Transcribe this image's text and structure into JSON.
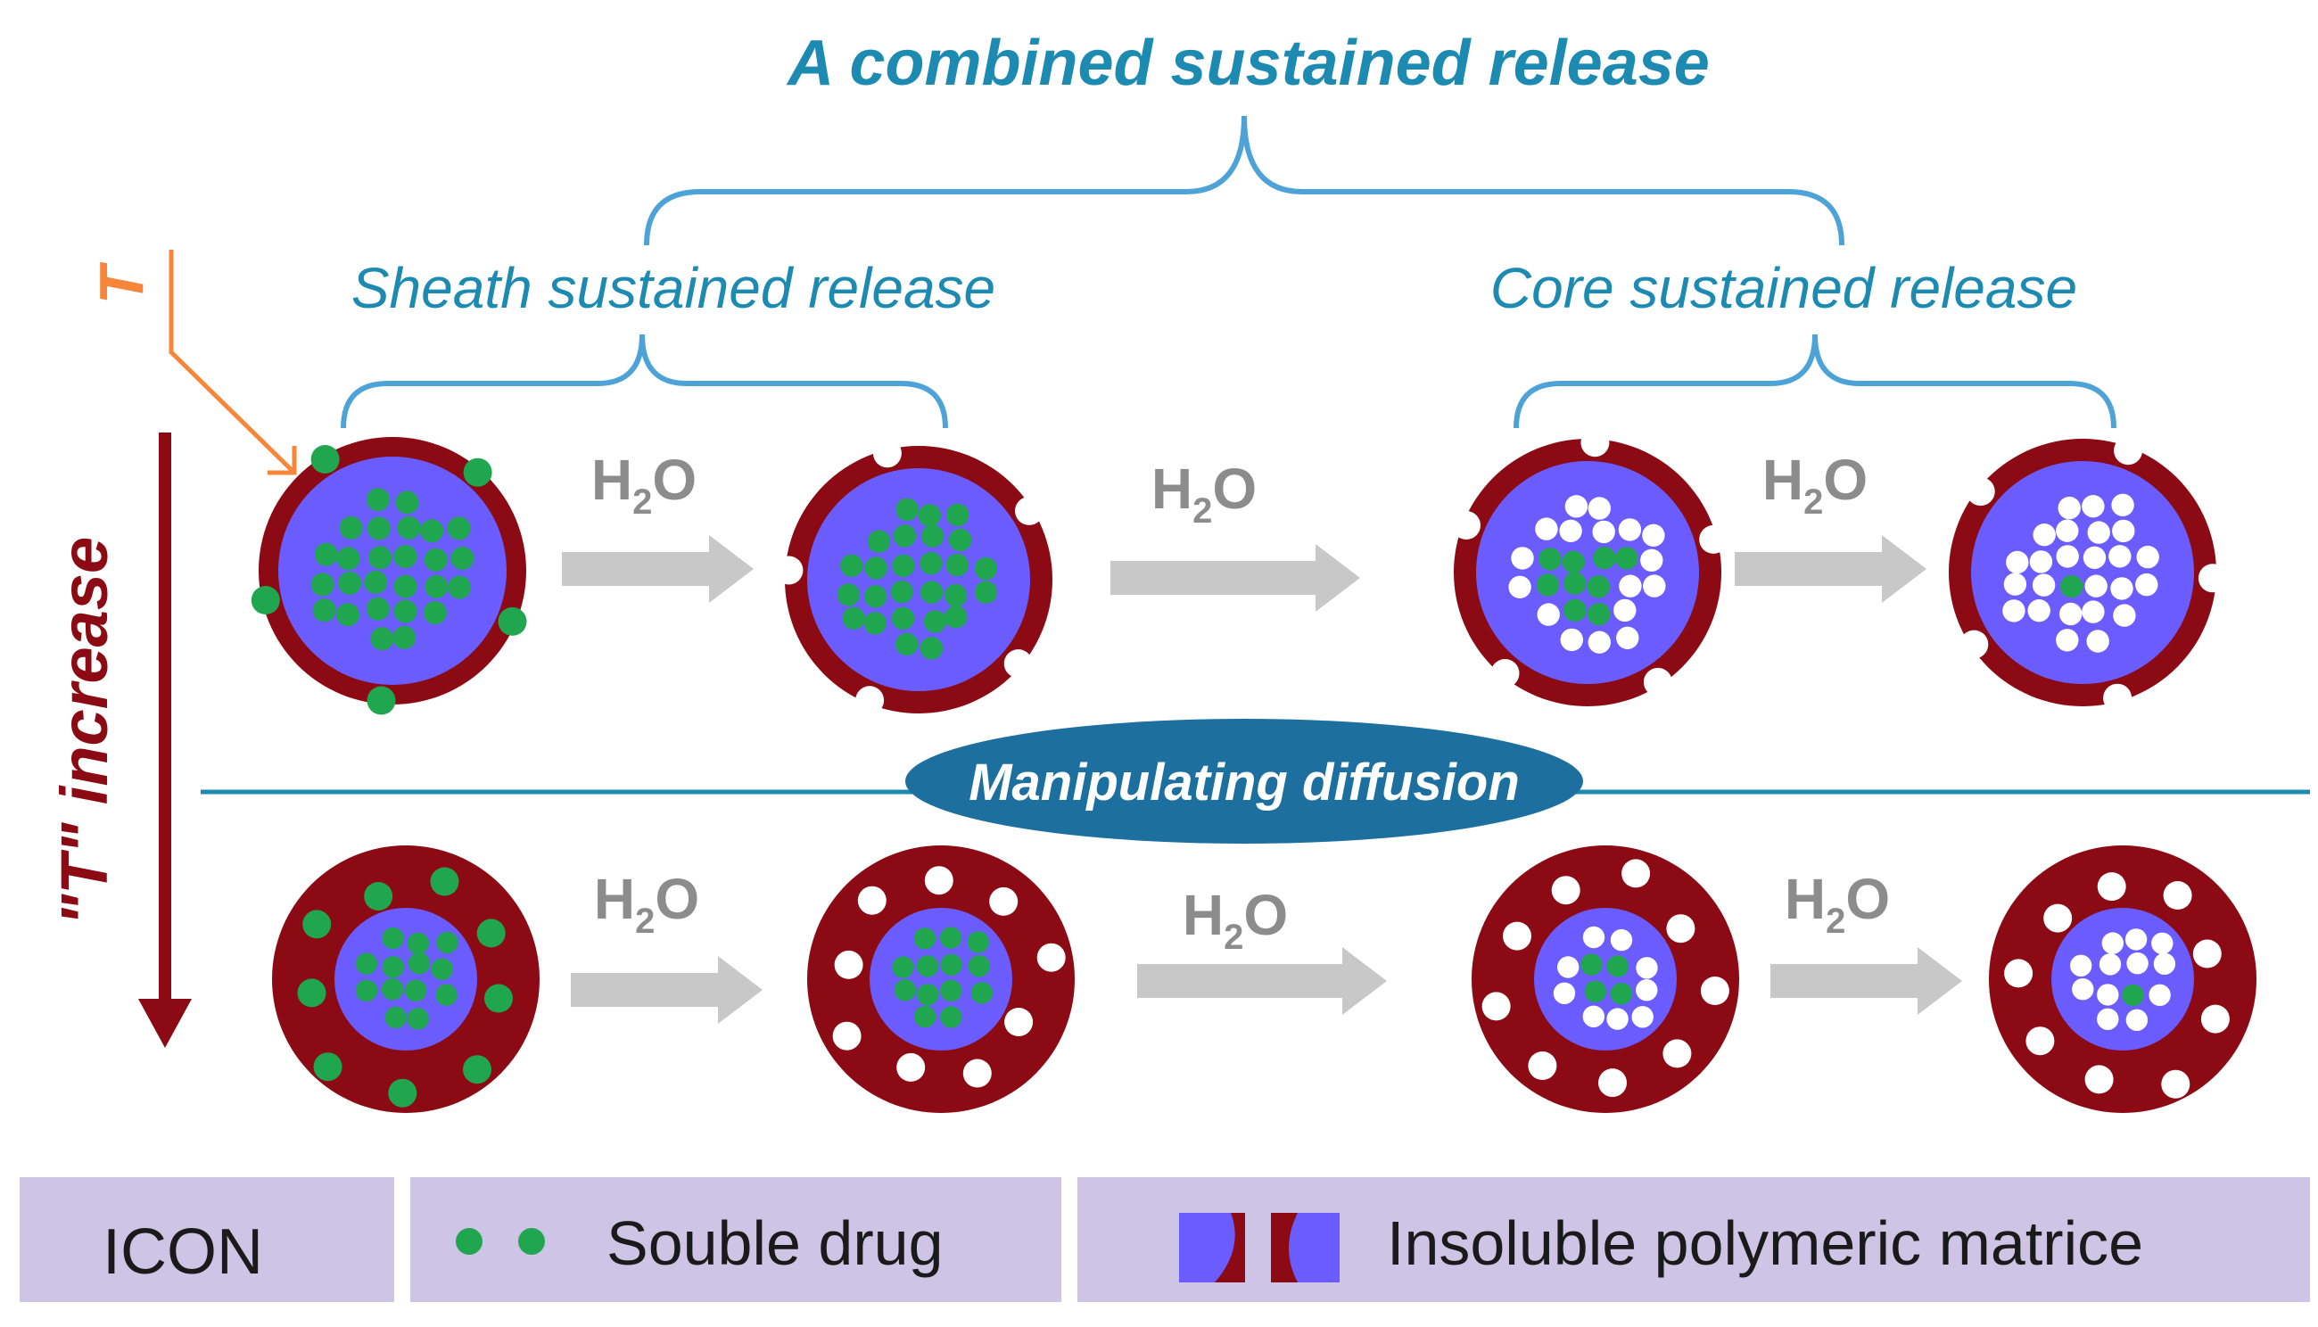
{
  "title": "A combined sustained release",
  "sheath_label": "Sheath sustained release",
  "core_label": "Core sustained release",
  "t_label": "T",
  "axis_label": "\"T\" increase",
  "water": {
    "main": "H",
    "sub": "2",
    "tail": "O"
  },
  "divider_label": "Manipulating diffusion",
  "legend": {
    "icon_label": "ICON",
    "drug_label": "Souble drug",
    "matrix_label": "Insoluble polymeric matrice"
  },
  "colors": {
    "sheath": "#8b0a14",
    "core": "#6a5cff",
    "drug": "#1fa64f",
    "pore": "#ffffff",
    "accent": "#1d8ab2",
    "arrow": "#c8c8c8",
    "t_arrow": "#f7863a",
    "axis": "#8b0a14",
    "legend_bg": "#cdc4e6"
  }
}
